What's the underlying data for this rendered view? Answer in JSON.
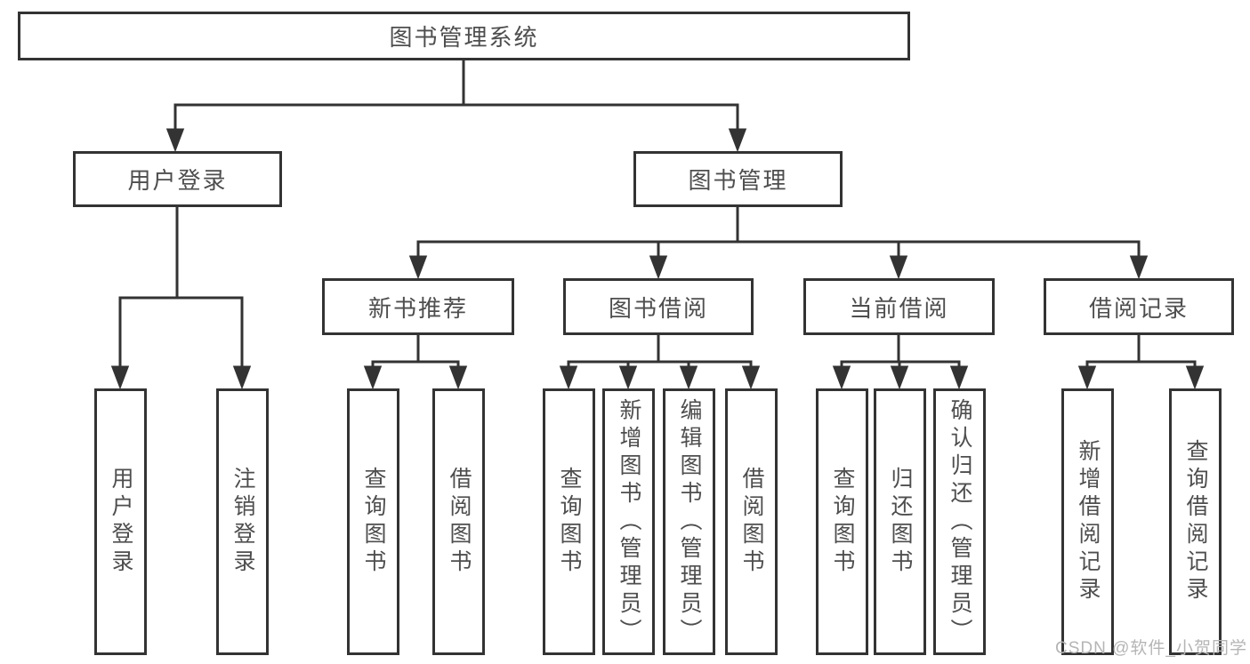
{
  "diagram": {
    "title_node": {
      "label": "图书管理系统"
    },
    "level2": {
      "user_login": {
        "label": "用户登录"
      },
      "book_mgmt": {
        "label": "图书管理"
      }
    },
    "level3": {
      "new_books": {
        "label": "新书推荐"
      },
      "book_borrow": {
        "label": "图书借阅"
      },
      "current_borrow": {
        "label": "当前借阅"
      },
      "borrow_records": {
        "label": "借阅记录"
      }
    },
    "leaves": {
      "user_login": {
        "label": "用户登录"
      },
      "logout": {
        "label": "注销登录"
      },
      "nb_query": {
        "label": "查询图书"
      },
      "nb_borrow": {
        "label": "借阅图书"
      },
      "bb_query": {
        "label": "查询图书"
      },
      "bb_add": {
        "label": "新增图书（管理员）"
      },
      "bb_edit": {
        "label": "编辑图书（管理员）"
      },
      "bb_borrow": {
        "label": "借阅图书"
      },
      "cb_query": {
        "label": "查询图书"
      },
      "cb_return": {
        "label": "归还图书"
      },
      "cb_confirm": {
        "label": "确认归还（管理员）"
      },
      "rec_add": {
        "label": "新增借阅记录"
      },
      "rec_query": {
        "label": "查询借阅记录"
      }
    },
    "colors": {
      "line": "#333333",
      "box_border": "#333333",
      "text": "#4e4e4e",
      "watermark": "#b5b5b5"
    }
  },
  "watermark": {
    "text": "CSDN @软件_小贺同学"
  }
}
